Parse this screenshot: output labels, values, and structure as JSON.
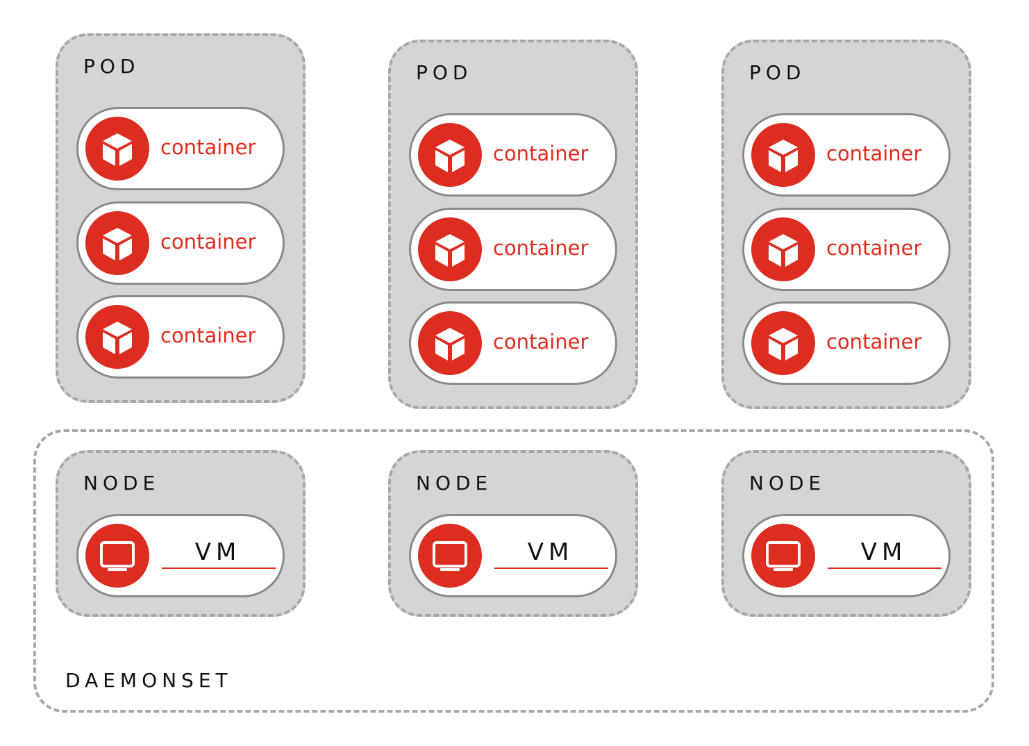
{
  "pods": [
    {
      "label": "POD",
      "containers": [
        "container",
        "container",
        "container"
      ]
    },
    {
      "label": "POD",
      "containers": [
        "container",
        "container",
        "container"
      ]
    },
    {
      "label": "POD",
      "containers": [
        "container",
        "container",
        "container"
      ]
    }
  ],
  "nodes": [
    {
      "label": "NODE",
      "vm_label": "VM"
    },
    {
      "label": "NODE",
      "vm_label": "VM"
    },
    {
      "label": "NODE",
      "vm_label": "VM"
    }
  ],
  "daemonset": {
    "label": "DAEMONSET"
  },
  "icons": {
    "container": "cube-icon",
    "vm": "monitor-icon"
  },
  "colors": {
    "accent": "#dd2c20",
    "box_fill": "#d5d5d5",
    "dash": "#a8a8a8",
    "text": "#111111"
  }
}
